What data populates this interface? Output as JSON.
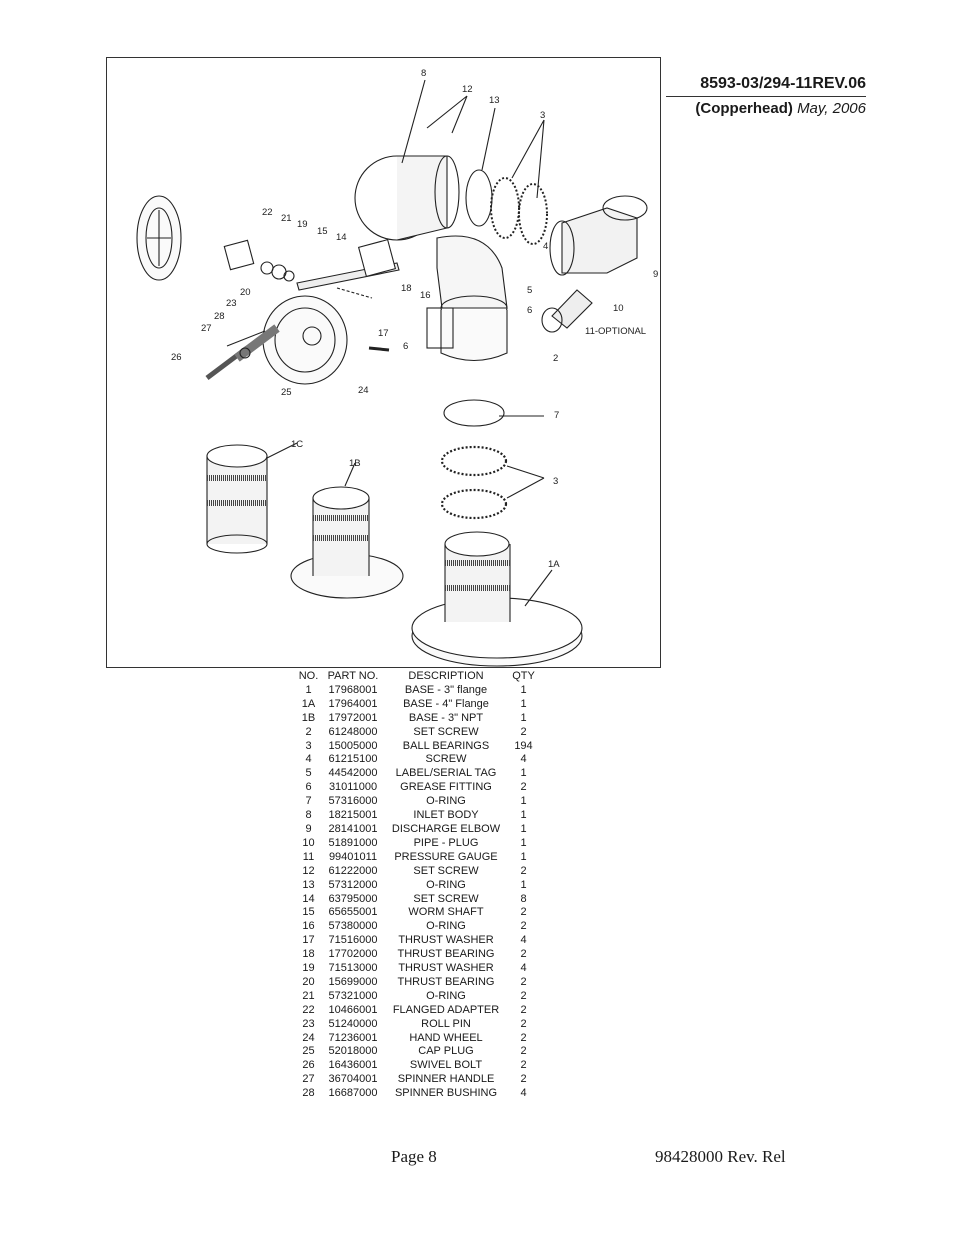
{
  "header": {
    "doc_id": "8593-03/294-11REV.06",
    "product": "(Copperhead)",
    "date": "May, 2006"
  },
  "diagram": {
    "callouts": [
      "8",
      "12",
      "13",
      "3",
      "22",
      "21",
      "19",
      "15",
      "14",
      "4",
      "9",
      "20",
      "23",
      "18",
      "16",
      "5",
      "10",
      "28",
      "6",
      "11-OPTIONAL",
      "27",
      "17",
      "2",
      "26",
      "25",
      "24",
      "6",
      "7",
      "1C",
      "1B",
      "3",
      "1A"
    ]
  },
  "parts_table": {
    "headers": [
      "NO.",
      "PART NO.",
      "DESCRIPTION",
      "QTY"
    ],
    "rows": [
      [
        "1",
        "17968001",
        "BASE - 3\" flange",
        "1"
      ],
      [
        "1A",
        "17964001",
        "BASE - 4\" Flange",
        "1"
      ],
      [
        "1B",
        "17972001",
        "BASE - 3\" NPT",
        "1"
      ],
      [
        "2",
        "61248000",
        "SET SCREW",
        "2"
      ],
      [
        "3",
        "15005000",
        "BALL BEARINGS",
        "194"
      ],
      [
        "4",
        "61215100",
        "SCREW",
        "4"
      ],
      [
        "5",
        "44542000",
        "LABEL/SERIAL TAG",
        "1"
      ],
      [
        "6",
        "31011000",
        "GREASE FITTING",
        "2"
      ],
      [
        "7",
        "57316000",
        "O-RING",
        "1"
      ],
      [
        "8",
        "18215001",
        "INLET BODY",
        "1"
      ],
      [
        "9",
        "28141001",
        "DISCHARGE ELBOW",
        "1"
      ],
      [
        "10",
        "51891000",
        "PIPE - PLUG",
        "1"
      ],
      [
        "11",
        "99401011",
        "PRESSURE GAUGE",
        "1"
      ],
      [
        "12",
        "61222000",
        "SET SCREW",
        "2"
      ],
      [
        "13",
        "57312000",
        "O-RING",
        "1"
      ],
      [
        "14",
        "63795000",
        "SET SCREW",
        "8"
      ],
      [
        "15",
        "65655001",
        "WORM SHAFT",
        "2"
      ],
      [
        "16",
        "57380000",
        "O-RING",
        "2"
      ],
      [
        "17",
        "71516000",
        "THRUST WASHER",
        "4"
      ],
      [
        "18",
        "17702000",
        "THRUST BEARING",
        "2"
      ],
      [
        "19",
        "71513000",
        "THRUST WASHER",
        "4"
      ],
      [
        "20",
        "15699000",
        "THRUST BEARING",
        "2"
      ],
      [
        "21",
        "57321000",
        "O-RING",
        "2"
      ],
      [
        "22",
        "10466001",
        "FLANGED ADAPTER",
        "2"
      ],
      [
        "23",
        "51240000",
        "ROLL PIN",
        "2"
      ],
      [
        "24",
        "71236001",
        "HAND WHEEL",
        "2"
      ],
      [
        "25",
        "52018000",
        "CAP PLUG",
        "2"
      ],
      [
        "26",
        "16436001",
        "SWIVEL BOLT",
        "2"
      ],
      [
        "27",
        "36704001",
        "SPINNER HANDLE",
        "2"
      ],
      [
        "28",
        "16687000",
        "SPINNER BUSHING",
        "4"
      ]
    ]
  },
  "footer": {
    "page": "Page 8",
    "doc_number": "98428000 Rev. Rel"
  }
}
